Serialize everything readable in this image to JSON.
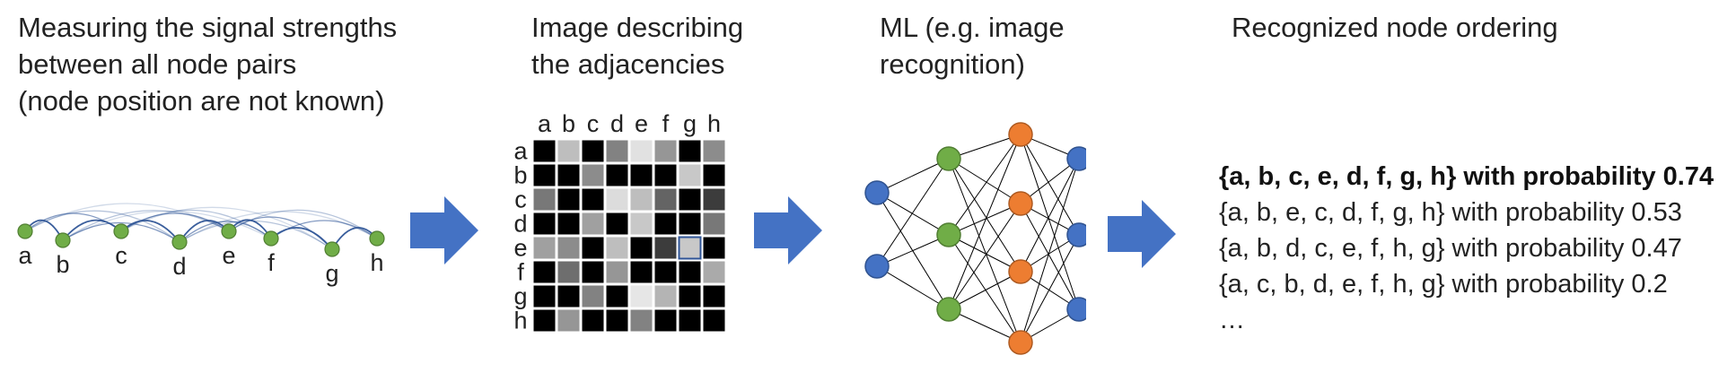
{
  "headings": {
    "step1": [
      "Measuring the signal strengths",
      "between all node pairs",
      "(node position are not known)"
    ],
    "step2": [
      "Image describing",
      "the adjacencies"
    ],
    "step3": [
      "ML (e.g. image",
      "recognition)"
    ],
    "step4": [
      "Recognized node ordering"
    ]
  },
  "nodes": {
    "labels": [
      "a",
      "b",
      "c",
      "d",
      "e",
      "f",
      "g",
      "h"
    ],
    "color": "#70ad47",
    "arc_color": "#2f5597"
  },
  "matrix": {
    "col_labels": [
      "a",
      "b",
      "c",
      "d",
      "e",
      "f",
      "g",
      "h"
    ],
    "row_labels": [
      "a",
      "b",
      "c",
      "d",
      "e",
      "f",
      "g",
      "h"
    ],
    "grays": [
      [
        0,
        190,
        0,
        130,
        225,
        150,
        0,
        140
      ],
      [
        0,
        0,
        140,
        0,
        0,
        0,
        200,
        0
      ],
      [
        120,
        0,
        0,
        220,
        190,
        100,
        0,
        60
      ],
      [
        0,
        0,
        160,
        0,
        200,
        0,
        0,
        120
      ],
      [
        160,
        140,
        0,
        190,
        0,
        60,
        200,
        0
      ],
      [
        0,
        110,
        0,
        150,
        0,
        0,
        0,
        170
      ],
      [
        0,
        0,
        130,
        0,
        230,
        180,
        0,
        0
      ],
      [
        0,
        150,
        0,
        0,
        130,
        0,
        0,
        0
      ]
    ],
    "highlight_cell": [
      4,
      6
    ],
    "highlight_color": "#2f5597"
  },
  "network": {
    "layers": [
      2,
      3,
      4,
      3
    ],
    "layer_colors": [
      "#4472c4",
      "#70ad47",
      "#ed7d31",
      "#4472c4"
    ],
    "edge_color": "#000000"
  },
  "arrow_color": "#4472c4",
  "results": [
    {
      "text": "{a, b, c, e, d, f, g, h} with probability 0.74",
      "bold": true
    },
    {
      "text": "{a, b, e, c, d, f, g, h} with probability 0.53",
      "bold": false
    },
    {
      "text": "{a, b, d, c, e, f, h, g} with probability 0.47",
      "bold": false
    },
    {
      "text": "{a, c, b, d, e, f, h, g} with probability 0.2",
      "bold": false
    },
    {
      "text": "…",
      "bold": false
    }
  ]
}
